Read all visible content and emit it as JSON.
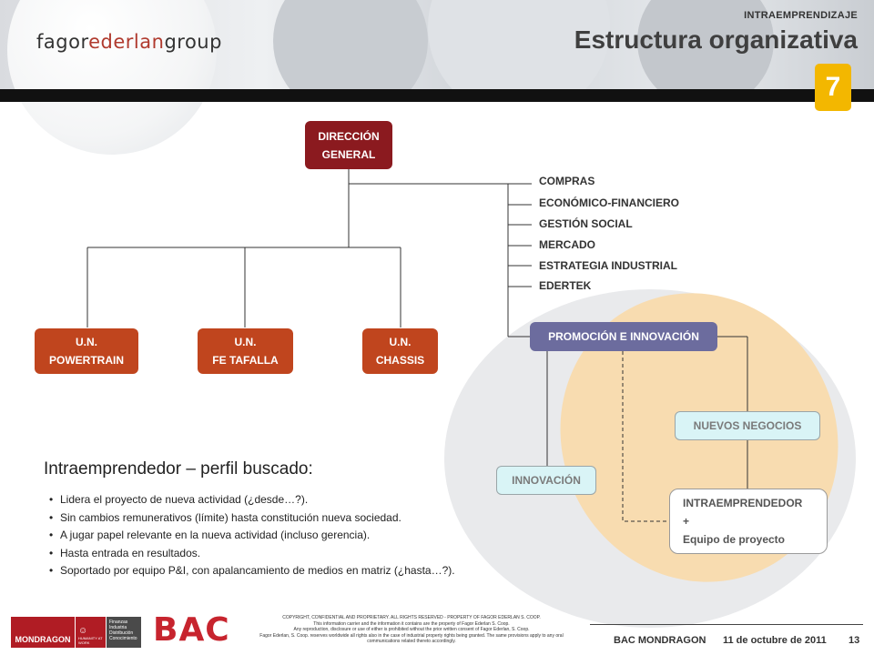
{
  "header": {
    "logo_left": "fagor",
    "logo_mid": "ederlan",
    "logo_right": "group",
    "kicker": "INTRAEMPRENDIZAJE",
    "title": "Estructura organizativa",
    "slide_badge": "7",
    "badge_color": "#f3b700"
  },
  "org": {
    "root": {
      "line1": "DIRECCIÓN",
      "line2": "GENERAL"
    },
    "units": [
      {
        "line1": "U.N.",
        "line2": "POWERTRAIN"
      },
      {
        "line1": "U.N.",
        "line2": "FE TAFALLA"
      },
      {
        "line1": "U.N.",
        "line2": "CHASSIS"
      }
    ],
    "departments": [
      "COMPRAS",
      "ECONÓMICO-FINANCIERO",
      "GESTIÓN SOCIAL",
      "MERCADO",
      "ESTRATEGIA INDUSTRIAL",
      "EDERTEK"
    ],
    "promotion": "PROMOCIÓN E INNOVACIÓN",
    "new_business": "NUEVOS NEGOCIOS",
    "innovation": "INNOVACIÓN",
    "intrapreneur": {
      "line1": "INTRAEMPRENDEDOR",
      "line2": "+",
      "line3": "Equipo de proyecto"
    },
    "colors": {
      "root": "#8b1a1f",
      "units": "#c0451e",
      "promotion": "#6c6c9e",
      "light": "#d9f4f6"
    }
  },
  "profile": {
    "title": "Intraemprendedor – perfil buscado:",
    "bullets": [
      "Lidera el proyecto de nueva actividad (¿desde…?).",
      "Sin cambios remunerativos (límite) hasta constitución nueva sociedad.",
      "A jugar papel relevante en la nueva actividad (incluso gerencia).",
      "Hasta entrada en resultados.",
      "Soportado por equipo P&I, con apalancamiento de medios en matriz (¿hasta…?)."
    ]
  },
  "footer": {
    "mondragon": "MONDRAGON",
    "humanity": "HUMANITY AT WORK",
    "finanzas": [
      "Finanzas",
      "Industria",
      "Distribución",
      "Conocimiento"
    ],
    "bac": "BAC",
    "copyright": [
      "COPYRIGHT, CONFIDENTIAL AND PROPRIETARY. ALL RIGHTS RESERVED - PROPERTY OF FAGOR EDERLAN S. COOP.",
      "This information carrier and the information it contains are the property of Fagor Ederlan S. Coop.",
      "Any reproduction, disclosure or use of either is prohibited without the prior written consent of Fagor Ederlan, S. Coop.",
      "Fagor Ederlan, S. Coop. reserves worldwide all rights also in the case of industrial property rights being granted. The same provisions apply to any oral",
      "communications related thereto accordingly."
    ],
    "org_name": "BAC MONDRAGON",
    "date": "11 de octubre de 2011",
    "page": "13"
  }
}
